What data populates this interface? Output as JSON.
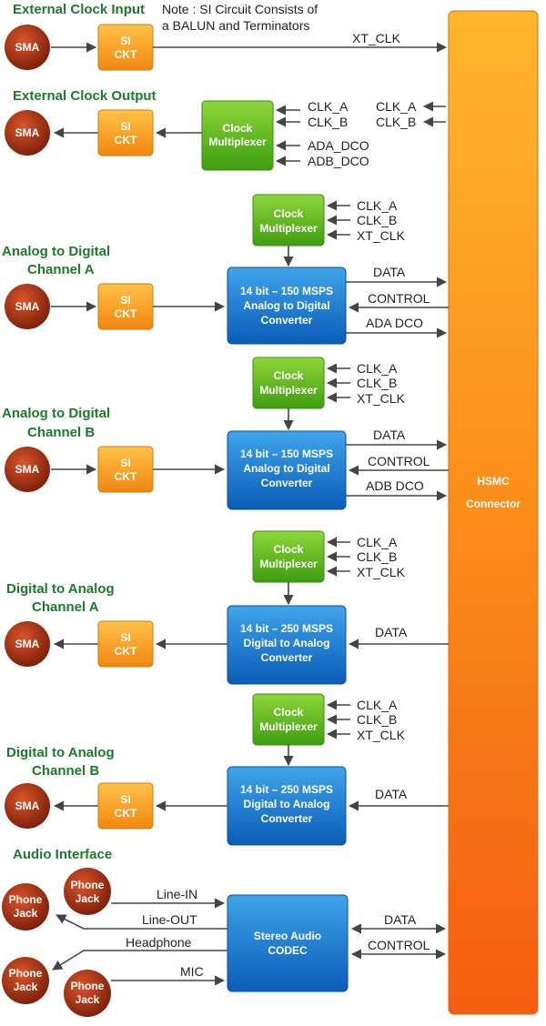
{
  "note": [
    "Note : SI Circuit Consists of",
    "a BALUN and Terminators"
  ],
  "hsmc": [
    "HSMC",
    "Connector"
  ],
  "sections": {
    "ext_in": "External Clock Input",
    "ext_out": "External Clock Output",
    "adc_a": [
      "Analog to Digital",
      "Channel A"
    ],
    "adc_b": [
      "Analog to Digital",
      "Channel B"
    ],
    "dac_a": [
      "Digital to Analog",
      "Channel A"
    ],
    "dac_b": [
      "Digital to Analog",
      "Channel B"
    ],
    "audio": "Audio Interface"
  },
  "sma": "SMA",
  "si_ckt": [
    "SI",
    "CKT"
  ],
  "clock_mux": [
    "Clock",
    "Multiplexer"
  ],
  "adc": [
    "14 bit – 150 MSPS",
    "Analog to Digital",
    "Converter"
  ],
  "dac": [
    "14 bit – 250 MSPS",
    "Digital to Analog",
    "Converter"
  ],
  "codec": [
    "Stereo Audio",
    "CODEC"
  ],
  "phone_jack": [
    "Phone",
    "Jack"
  ],
  "signals": {
    "xt_clk": "XT_CLK",
    "clk_a": "CLK_A",
    "clk_b": "CLK_B",
    "ada_dco_mux": "ADA_DCO",
    "adb_dco_mux": "ADB_DCO",
    "data": "DATA",
    "control": "CONTROL",
    "ada_dco": "ADA DCO",
    "adb_dco": "ADB DCO",
    "line_in": "Line-IN",
    "line_out": "Line-OUT",
    "headphone": "Headphone",
    "mic": "MIC"
  }
}
